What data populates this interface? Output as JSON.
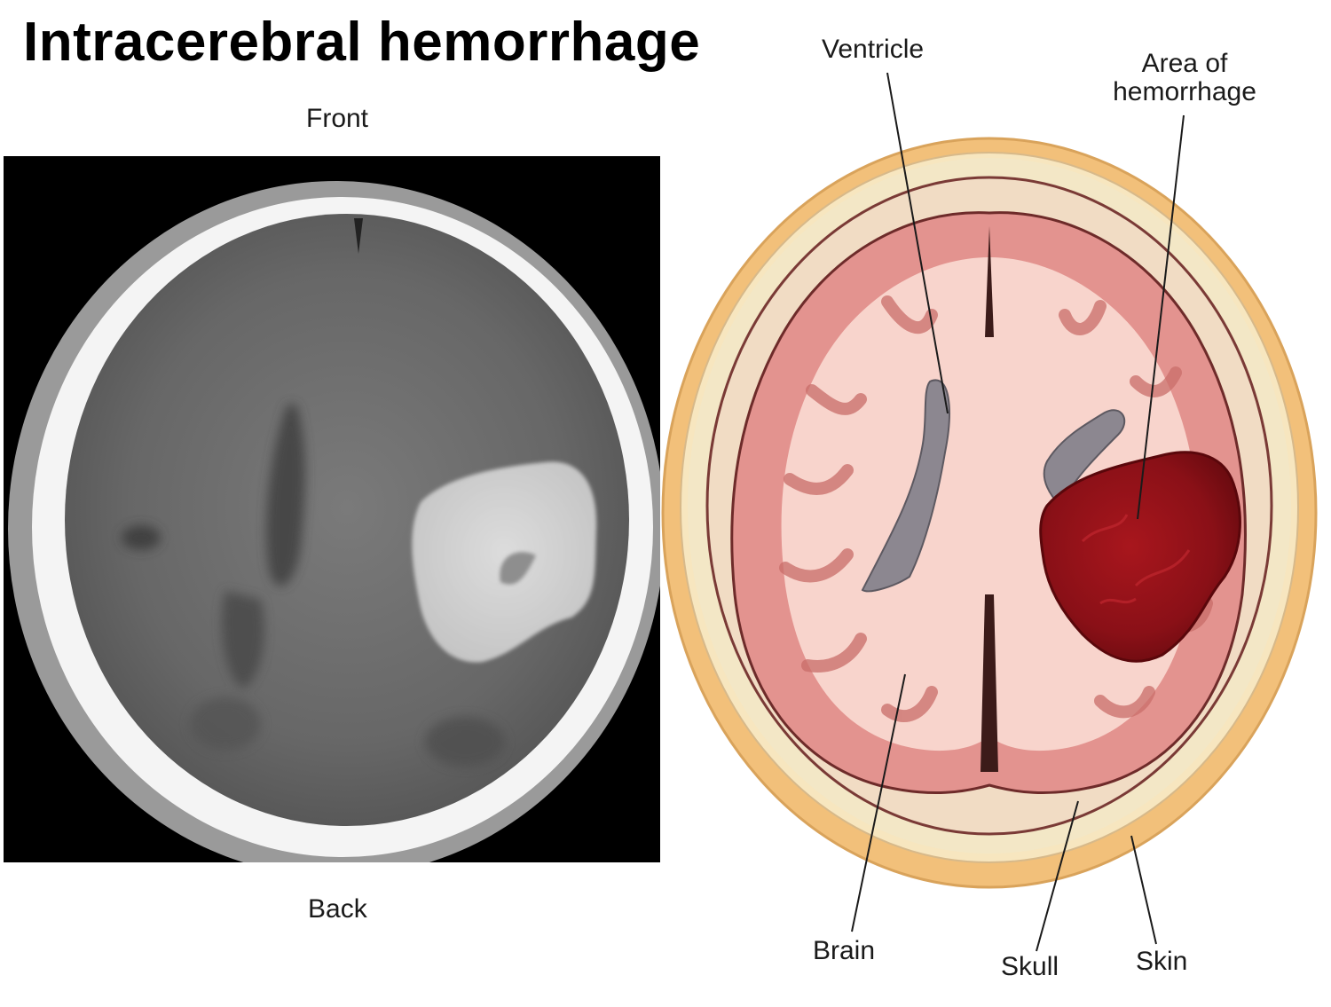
{
  "title": "Intracerebral hemorrhage",
  "ct_scan": {
    "top_label": "Front",
    "bottom_label": "Back"
  },
  "illustration": {
    "labels": {
      "ventricle": "Ventricle",
      "hemorrhage_line1": "Area of",
      "hemorrhage_line2": "hemorrhage",
      "brain": "Brain",
      "skull": "Skull",
      "skin": "Skin"
    }
  },
  "colors": {
    "skin": "#f2c07a",
    "skull": "#f3e7c6",
    "brain_cortex": "#e3938f",
    "brain_white_matter": "#f8d4cc",
    "ventricle": "#8c8790",
    "hemorrhage": "#8e1218"
  }
}
